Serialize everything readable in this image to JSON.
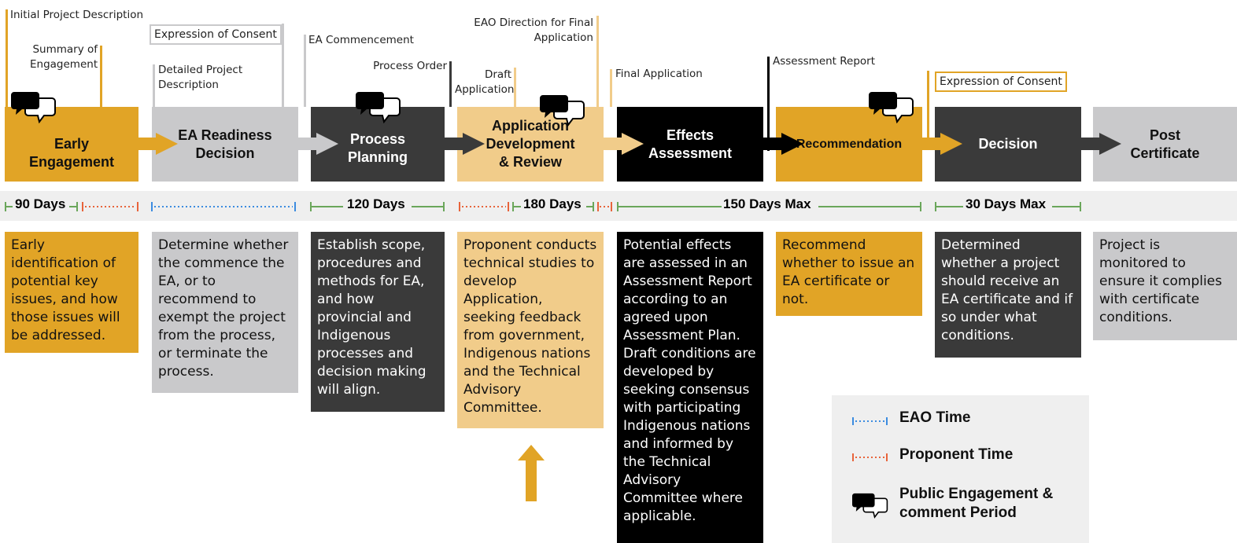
{
  "colors": {
    "gold": "#E1A426",
    "light_gold": "#F1CC8A",
    "dark_gray": "#3A3A3A",
    "light_gray": "#C9C9CB",
    "black": "#000000",
    "eao_blue": "#3C8CE0",
    "proponent_orange": "#E8643B",
    "duration_green": "#6AA65A",
    "band_gray": "#EFEFEF"
  },
  "milestones": {
    "initial_project_description": "Initial Project Description",
    "summary_of_engagement": "Summary of Engagement",
    "expression_of_consent_1": "Expression of Consent",
    "detailed_project_description": "Detailed Project Description",
    "ea_commencement": "EA Commencement",
    "process_order": "Process Order",
    "draft_application": "Draft Application",
    "eao_direction": "EAO Direction for Final Application",
    "final_application": "Final Application",
    "assessment_report": "Assessment Report",
    "expression_of_consent_2": "Expression of Consent"
  },
  "stages": [
    {
      "label": "Early Engagement",
      "description": "Early identification of potential key issues, and how those issues will be addressed."
    },
    {
      "label": "EA Readiness Decision",
      "description": "Determine whether the commence the EA, or to recommend to exempt the project from the process, or terminate the process."
    },
    {
      "label": "Process Planning",
      "description": "Establish scope, procedures and methods for EA, and how provincial and Indigenous processes and decision making will align."
    },
    {
      "label": "Application Development & Review",
      "description": "Proponent conducts technical studies to develop Application, seeking feedback from government, Indigenous nations and the Technical Advisory Committee."
    },
    {
      "label": "Effects Assessment",
      "description": "Potential effects are assessed in an Assessment Report according to an agreed upon Assessment Plan. Draft conditions are developed by seeking consensus with participating Indigenous nations and informed by the Technical Advisory Committee where applicable."
    },
    {
      "label": "Recommendation",
      "description": "Recommend whether to issue an EA certificate or not."
    },
    {
      "label": "Decision",
      "description": "Determined whether a project should receive an EA certificate and if so under what conditions."
    },
    {
      "label": "Post Certificate",
      "description": "Project is monitored to ensure it complies with certificate conditions."
    }
  ],
  "durations": {
    "d90": "90 Days",
    "d120": "120 Days",
    "d180": "180 Days",
    "d150": "150 Days Max",
    "d30": "30 Days Max"
  },
  "legend": {
    "eao_time": "EAO Time",
    "proponent_time": "Proponent Time",
    "public_engagement": "Public Engagement & comment Period"
  }
}
